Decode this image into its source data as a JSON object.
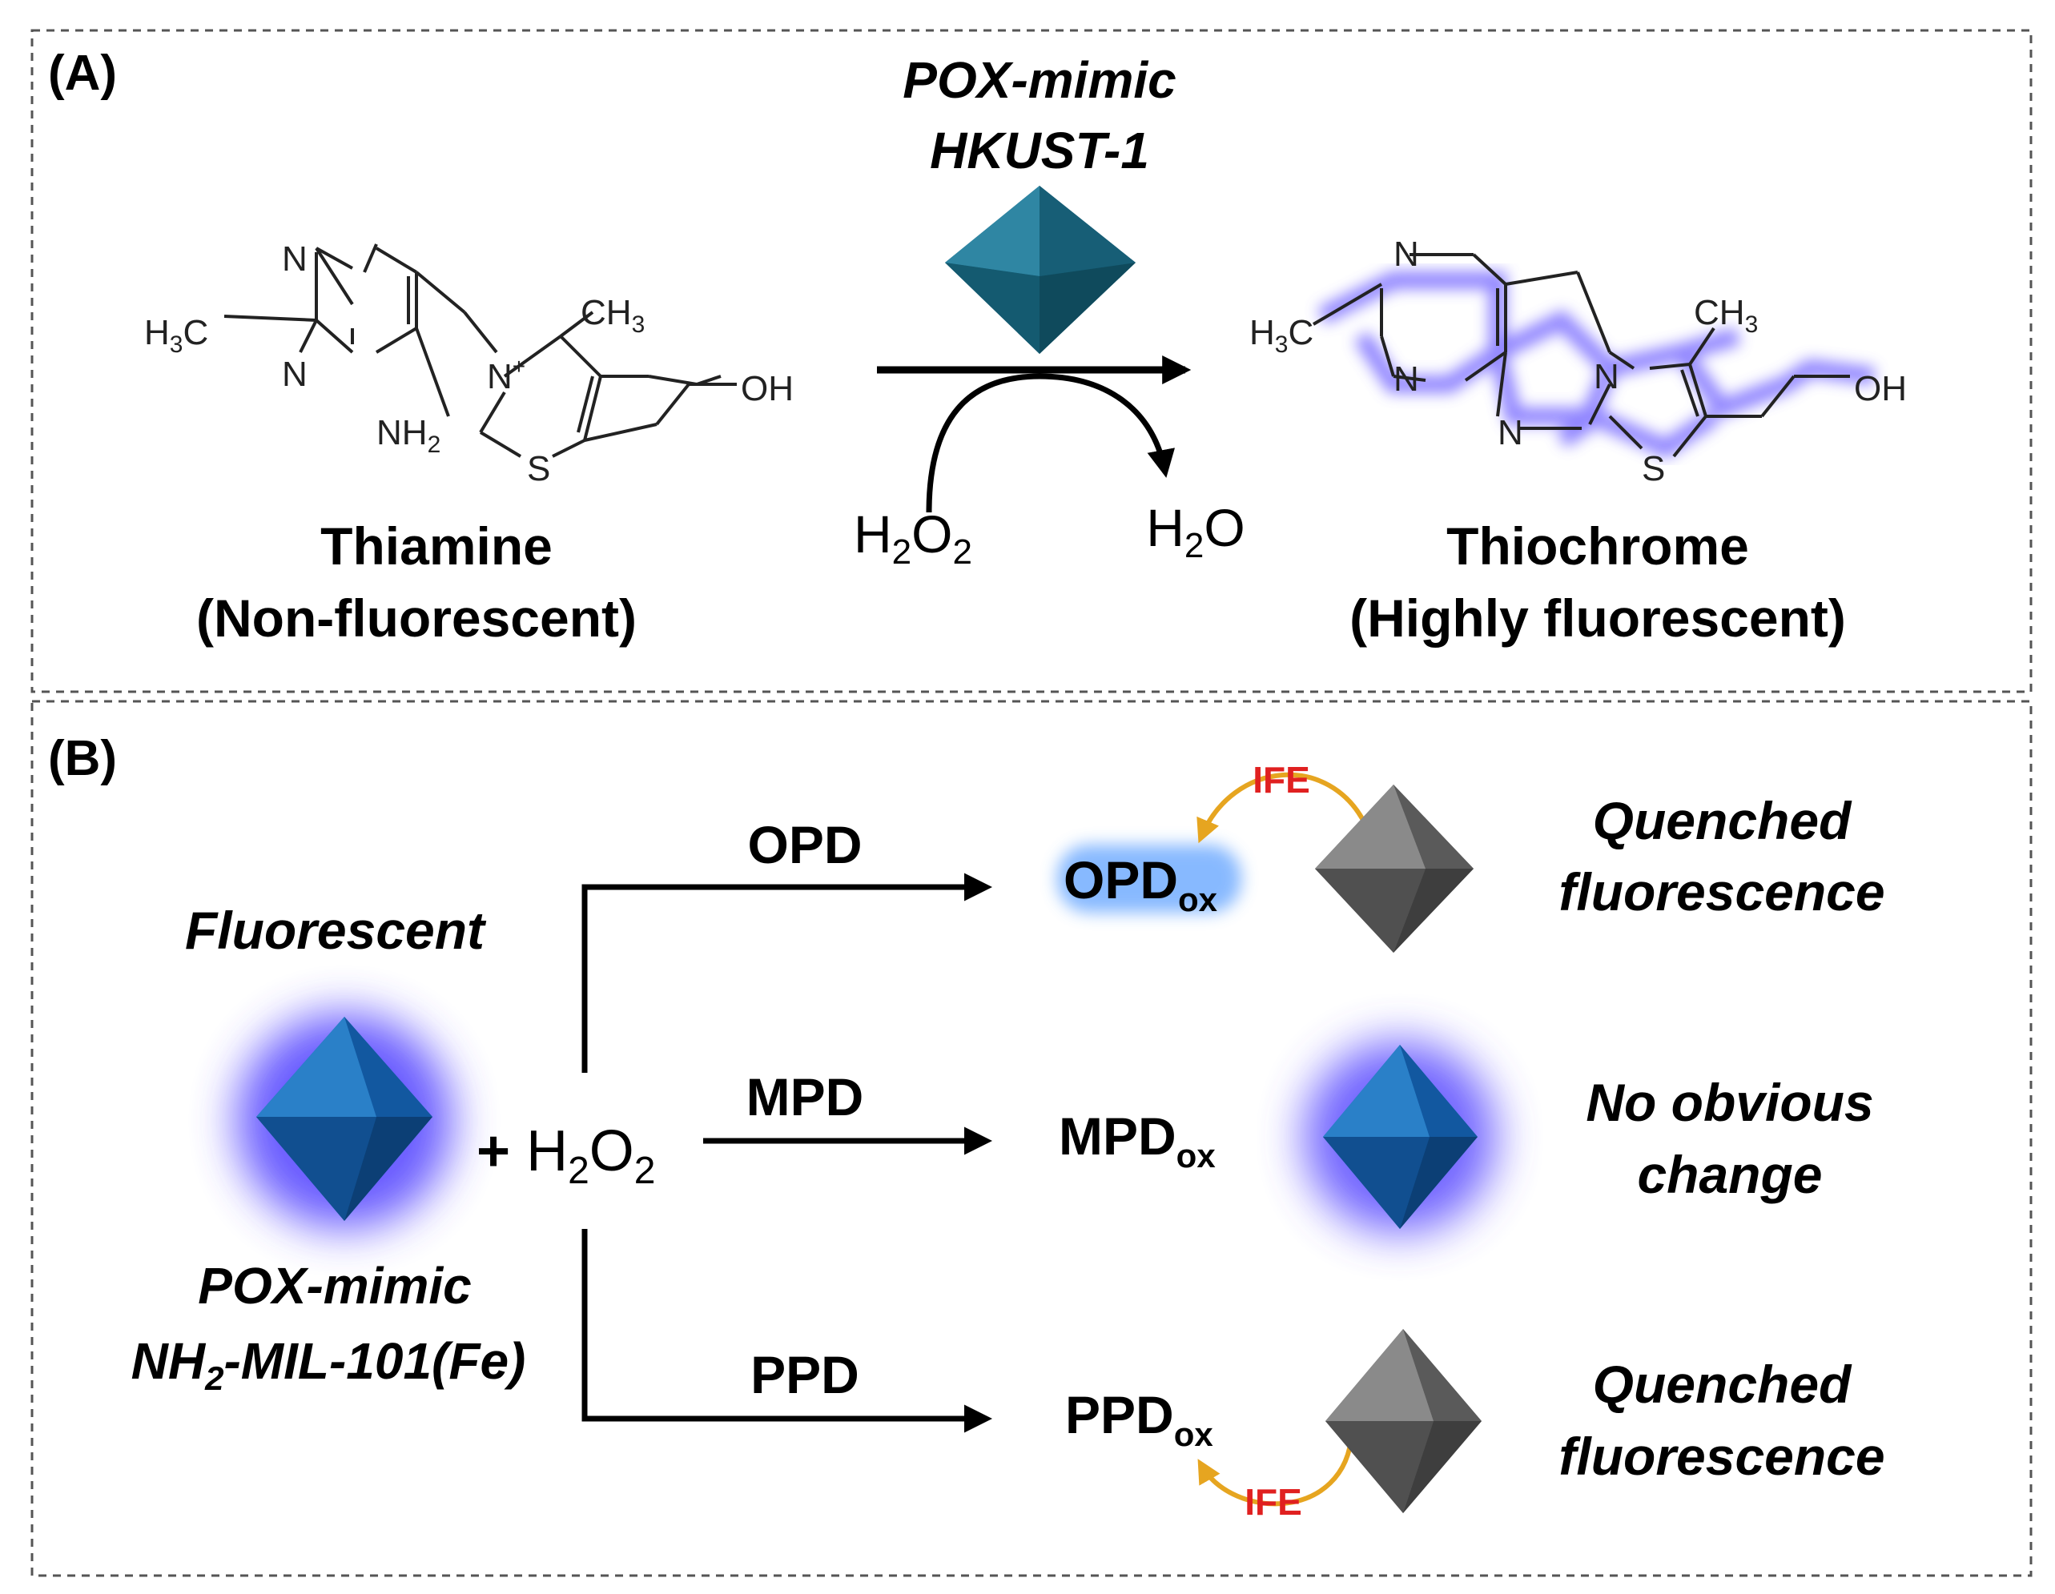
{
  "panel_a": {
    "label": "(A)",
    "catalyst_line1": "POX-mimic",
    "catalyst_line2": "HKUST-1",
    "reactant_name": "Thiamine",
    "reactant_note": "(Non-fluorescent)",
    "product_name": "Thiochrome",
    "product_note": "(Highly fluorescent)",
    "oxidant": {
      "a": "H",
      "b": "2",
      "c": "O",
      "d": "2"
    },
    "byproduct": {
      "a": "H",
      "b": "2",
      "c": "O"
    },
    "thiamine_atoms": {
      "n_top": "N",
      "n_bottom": "N",
      "n_plus": "N",
      "plus": "+",
      "h3c_a": "H",
      "h3c_b": "3",
      "h3c_c": "C",
      "ch3_a": "CH",
      "ch3_b": "3",
      "nh2_a": "NH",
      "nh2_b": "2",
      "s": "S",
      "oh": "OH"
    },
    "thiochrome_atoms": {
      "n_top": "N",
      "n_mid": "N",
      "n_low": "N",
      "n_ring": "N",
      "h3c_a": "H",
      "h3c_b": "3",
      "h3c_c": "C",
      "ch3_a": "CH",
      "ch3_b": "3",
      "s": "S",
      "oh": "OH"
    },
    "colors": {
      "glow": "#6a5cff",
      "octahedron": "#1f6f8b"
    }
  },
  "panel_b": {
    "label": "(B)",
    "fluorescent_label": "Fluorescent",
    "catalyst_line1": "POX-mimic",
    "catalyst_line2_a": "NH",
    "catalyst_line2_b": "2",
    "catalyst_line2_c": "-MIL-101(Fe)",
    "reagent": {
      "plus": "+ ",
      "a": "H",
      "b": "2",
      "c": "O",
      "d": "2"
    },
    "branches": [
      {
        "substrate": "OPD",
        "product": "OPD",
        "sub": "ox",
        "ife": "IFE",
        "result_line1": "Quenched",
        "result_line2": "fluorescence"
      },
      {
        "substrate": "MPD",
        "product": "MPD",
        "sub": "ox",
        "ife": "",
        "result_line1": "No obvious",
        "result_line2": "change"
      },
      {
        "substrate": "PPD",
        "product": "PPD",
        "sub": "ox",
        "ife": "IFE",
        "result_line1": "Quenched",
        "result_line2": "fluorescence"
      }
    ],
    "colors": {
      "blue_octahedron": "#1565b0",
      "gray_octahedron": "#6b6b6b",
      "ife_text": "#e02020",
      "ife_arrow": "#e6a520",
      "glow": "#5a4cff"
    }
  }
}
